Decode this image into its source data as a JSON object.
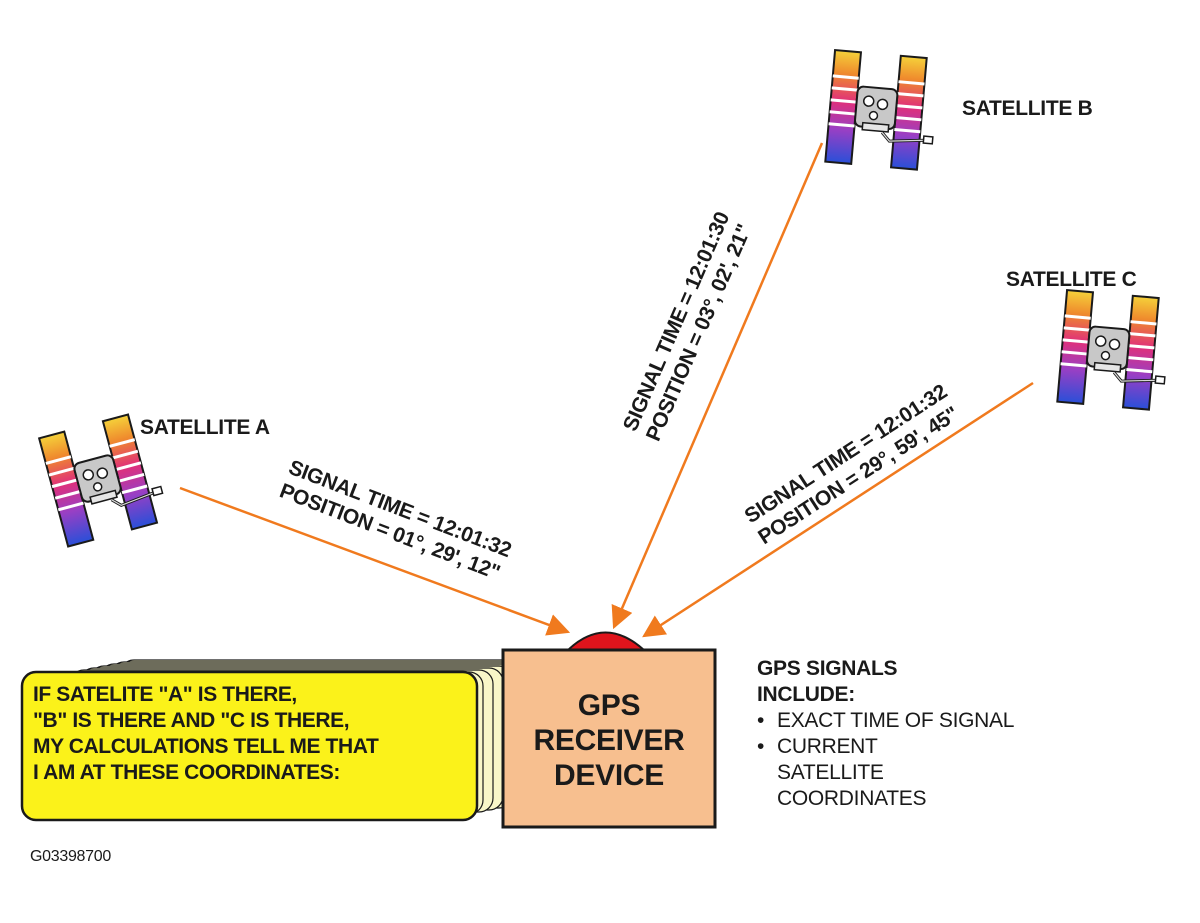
{
  "satellites": [
    {
      "id": "a",
      "label": "SATELLITE A",
      "time_line": "SIGNAL TIME = 12:01:32",
      "position_line": "POSITION = 01°, 29', 12\""
    },
    {
      "id": "b",
      "label": "SATELLITE B",
      "time_line": "SIGNAL TIME = 12:01:30",
      "position_line": "POSITION = 03°, 02', 21\""
    },
    {
      "id": "c",
      "label": "SATELLITE C",
      "time_line": "SIGNAL TIME = 12:01:32",
      "position_line": "POSITION = 29°, 59', 45\""
    }
  ],
  "receiver": {
    "line1": "GPS",
    "line2": "RECEIVER",
    "line3": "DEVICE"
  },
  "callout": {
    "lines": [
      "IF SATELITE \"A\" IS THERE,",
      "\"B\" IS THERE AND \"C IS THERE,",
      "MY CALCULATIONS TELL ME THAT",
      "I AM AT THESE COORDINATES:"
    ]
  },
  "includes": {
    "heading1": "GPS SIGNALS",
    "heading2": "INCLUDE:",
    "bullet": "•",
    "item1": "EXACT TIME OF SIGNAL",
    "item2_line1": "CURRENT",
    "item2_line2": "SATELLITE",
    "item2_line3": "COORDINATES"
  },
  "figure_id": "G03398700",
  "colors": {
    "signal_line": "#f07a1e",
    "receiver_box": "#f7bf8f",
    "receiver_dome": "#e0141c",
    "callout_fill": "#fbf21a",
    "callout_stack": "#f9f7c8",
    "outline": "#1a1a1a"
  }
}
